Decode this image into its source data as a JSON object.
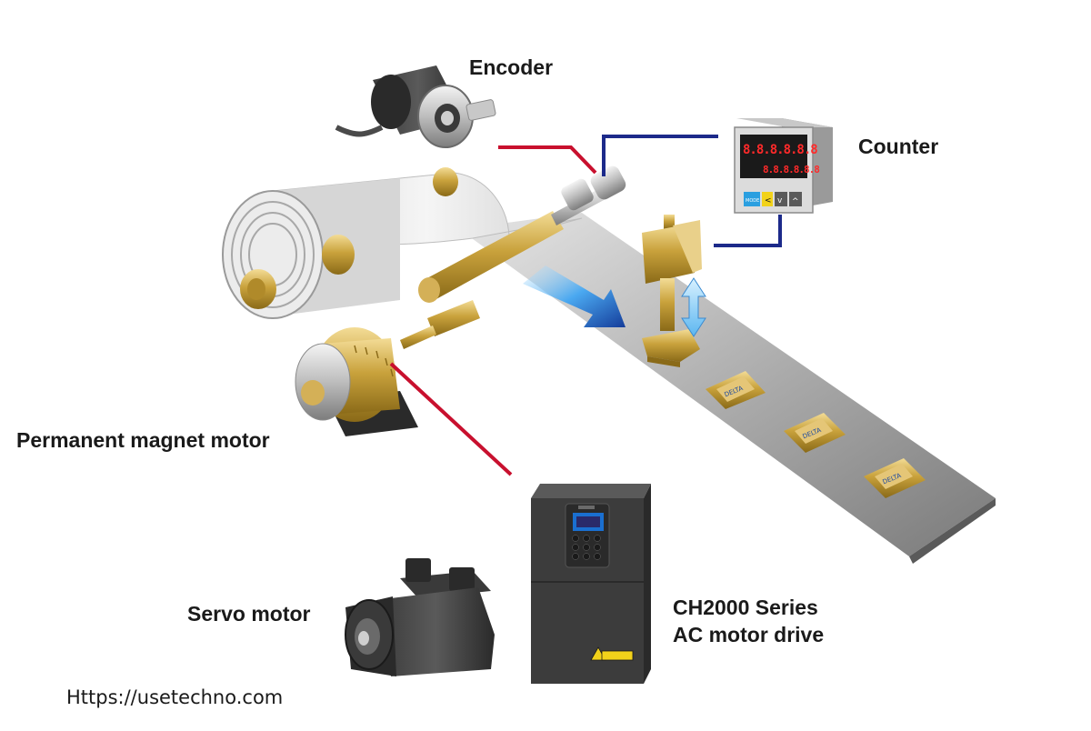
{
  "labels": {
    "encoder": "Encoder",
    "counter": "Counter",
    "permanent_magnet_motor": "Permanent magnet motor",
    "servo_motor": "Servo motor",
    "drive_line1": "CH2000 Series",
    "drive_line2": "AC motor drive"
  },
  "counter_display": {
    "top": "8.8.8.8.8.8",
    "bottom": "8.8.8.8.8.8"
  },
  "counter_buttons": [
    "MODE",
    "<",
    "v",
    "^"
  ],
  "website": "Https://usetechno.com",
  "colors": {
    "signal_red": "#c8102e",
    "signal_blue": "#1c2a8a",
    "gold": "#c9a23c",
    "belt": "#8a8a8a",
    "display_red": "#ff2a2a"
  }
}
